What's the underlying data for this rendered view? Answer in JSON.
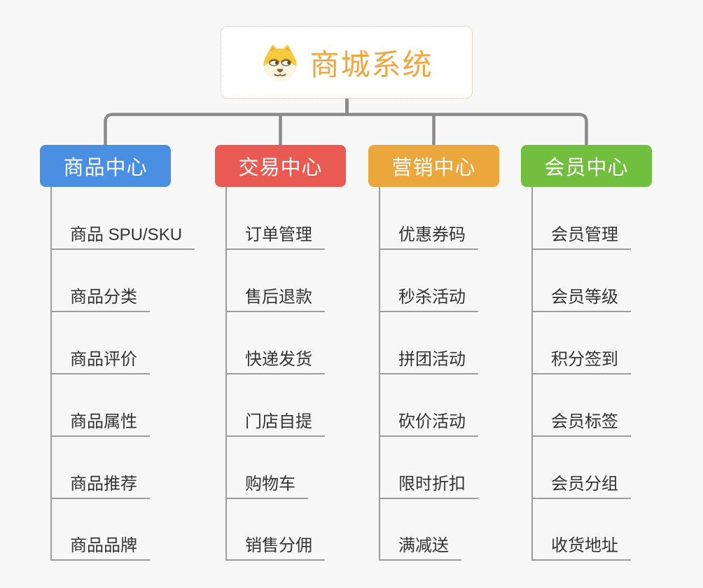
{
  "canvas": {
    "background": "#F7F7F7"
  },
  "root": {
    "title": "商城系统",
    "icon": "shiba-dog-icon",
    "text_color": "#F2A640",
    "border_color": "#EDB45C",
    "background": "#FFFFFF"
  },
  "connectors": {
    "tree_line_color": "#8A8A8A",
    "leaf_line_color": "#9C9C9C"
  },
  "leaf_text_color": "#333333",
  "branches": [
    {
      "label": "商品中心",
      "color": "#4A8FE2",
      "children": [
        "商品 SPU/SKU",
        "商品分类",
        "商品评价",
        "商品属性",
        "商品推荐",
        "商品品牌"
      ]
    },
    {
      "label": "交易中心",
      "color": "#E85A52",
      "children": [
        "订单管理",
        "售后退款",
        "快递发货",
        "门店自提",
        "购物车",
        "销售分佣"
      ]
    },
    {
      "label": "营销中心",
      "color": "#ECA73C",
      "children": [
        "优惠券码",
        "秒杀活动",
        "拼团活动",
        "砍价活动",
        "限时折扣",
        "满减送"
      ]
    },
    {
      "label": "会员中心",
      "color": "#72BF3F",
      "children": [
        "会员管理",
        "会员等级",
        "积分签到",
        "会员标签",
        "会员分组",
        "收货地址"
      ]
    }
  ]
}
